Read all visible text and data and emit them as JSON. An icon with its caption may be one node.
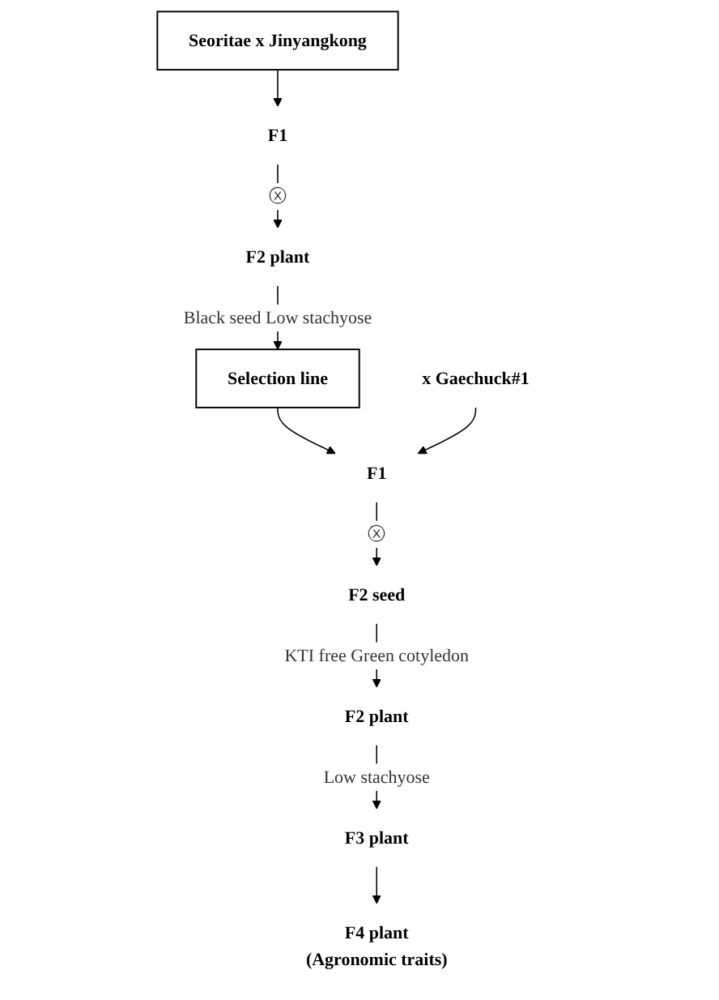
{
  "diagram": {
    "nodes": [
      {
        "text": [
          "Seoritae x Jinyangkong"
        ]
      },
      {
        "text": [
          "F1"
        ]
      },
      {
        "text": [
          "F2 plant"
        ]
      },
      {
        "text": [
          "Selection line"
        ]
      },
      {
        "text": [
          "x Gaechuck#1"
        ]
      },
      {
        "text": [
          "F1"
        ]
      },
      {
        "text": [
          "F2 seed"
        ]
      },
      {
        "text": [
          "F2 plant"
        ]
      },
      {
        "text": [
          "F3 plant"
        ]
      },
      {
        "text": [
          "F4 plant",
          "(Agronomic traits)"
        ]
      }
    ],
    "edges": [
      {
        "from": 0,
        "to": 1,
        "arrow": "to"
      },
      {
        "from": 1,
        "to": 2,
        "arrow": "to",
        "label": "ⓧ"
      },
      {
        "from": 2,
        "to": 3,
        "arrow": "to",
        "label": "Black seed Low stachyose"
      },
      {
        "from": 3,
        "to": 5,
        "arrow": "to"
      },
      {
        "from": 4,
        "to": 5,
        "arrow": "to"
      },
      {
        "from": 5,
        "to": 6,
        "arrow": "to",
        "label": "ⓧ"
      },
      {
        "from": 6,
        "to": 7,
        "arrow": "to",
        "label": "KTI free Green cotyledon"
      },
      {
        "from": 7,
        "to": 8,
        "arrow": "to",
        "label": "Low stachyose"
      },
      {
        "from": 8,
        "to": 9,
        "arrow": "to"
      }
    ]
  }
}
